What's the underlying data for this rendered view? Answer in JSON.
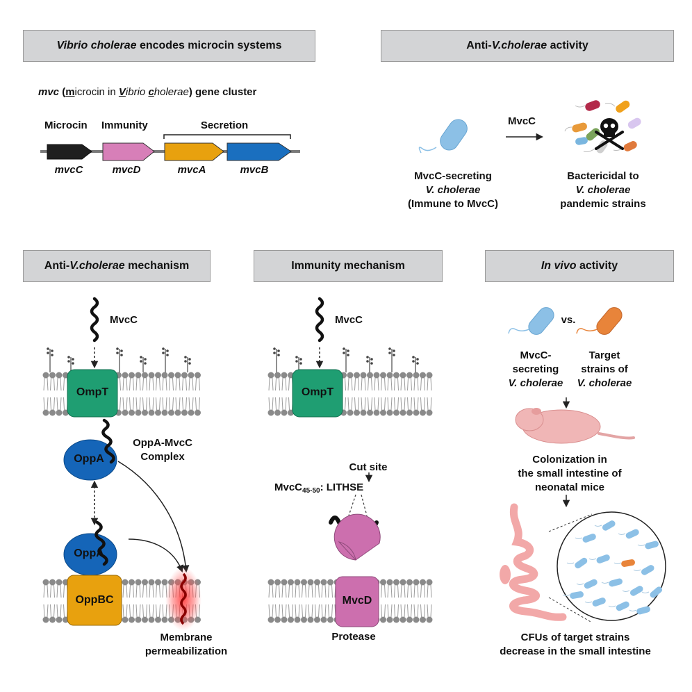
{
  "headers": {
    "top_left": {
      "italic": "Vibrio cholerae",
      "rest": " encodes microcin systems"
    },
    "top_right": {
      "pre": "Anti-",
      "italic": "V.cholerae",
      "post": " activity"
    },
    "mid_left": {
      "pre": "Anti-",
      "italic": "V.cholerae",
      "post": " mechanism"
    },
    "mid_center": "Immunity mechanism",
    "mid_right": {
      "italic": "In vivo",
      "post": " activity"
    }
  },
  "gene_cluster": {
    "title_mvc": "mvc",
    "title_paren_open": " (",
    "title_m": "m",
    "title_icrocin": "icrocin in ",
    "title_V": "V",
    "title_ibrio": "ibrio ",
    "title_c": "c",
    "title_holerae": "holerae",
    "title_paren_close": ") ",
    "title_tail": "gene cluster",
    "group_labels": {
      "microcin": "Microcin",
      "immunity": "Immunity",
      "secretion": "Secretion"
    },
    "genes": [
      {
        "name": "mvcC",
        "color": "#1f1f1f"
      },
      {
        "name": "mvcD",
        "color": "#d77fb8"
      },
      {
        "name": "mvcA",
        "color": "#e8a10e"
      },
      {
        "name": "mvcB",
        "color": "#1a6fbf"
      }
    ]
  },
  "activity": {
    "arrow_label": "MvcC",
    "left_caption": [
      "MvcC-secreting",
      "V. cholerae",
      "(Immune to MvcC)"
    ],
    "right_caption": [
      "Bactericidal to",
      "V. cholerae",
      "pandemic strains"
    ]
  },
  "mechanism": {
    "mvcc": "MvcC",
    "ompt": "OmpT",
    "oppa1": "OppA",
    "complex_label": [
      "OppA-MvcC",
      "Complex"
    ],
    "oppa2": "OppA",
    "oppbc": "OppBC",
    "permeabilization": [
      "Membrane",
      "permeabilization"
    ]
  },
  "immunity": {
    "mvcc": "MvcC",
    "ompt": "OmpT",
    "cut_site": "Cut site",
    "peptide_prefix": "MvcC",
    "peptide_sub": "45-50",
    "peptide_seq": ": LITHSE",
    "mvcd": "MvcD",
    "protease": "Protease"
  },
  "in_vivo": {
    "vs": "vs.",
    "left_caption": [
      "MvcC-",
      "secreting",
      "V. cholerae"
    ],
    "right_caption": [
      "Target",
      "strains of",
      "V. cholerae"
    ],
    "colonization": [
      "Colonization in",
      "the small intestine of",
      "neonatal mice"
    ],
    "result": [
      "CFUs of target strains",
      "decrease in the small intestine"
    ]
  },
  "colors": {
    "header_bg": "#d3d4d6",
    "ompt": "#1f9e72",
    "oppa": "#1565b8",
    "oppbc": "#e8a10e",
    "mvcd": "#cc6fae",
    "bacterium_blue": "#8cc0e6",
    "bacterium_orange": "#e8843a"
  }
}
